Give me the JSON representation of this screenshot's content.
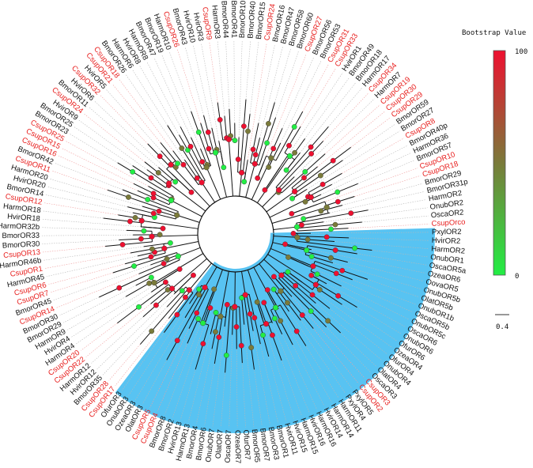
{
  "colors": {
    "highlight_fill": "#58c3f2",
    "csup_label": "#e8201f",
    "other_label": "#111111",
    "csup_guide": "#f0a0a0",
    "other_guide": "#b8b8b8",
    "bootstrap_high": "#ee1030",
    "bootstrap_mid": "#7a7a3a",
    "bootstrap_low": "#22ee44"
  },
  "legend": {
    "title": "Bootstrap Value",
    "max_label": "100",
    "min_label": "0",
    "scale_label": "0.4"
  },
  "tree": {
    "highlighted_clade_label": "",
    "leaves": [
      {
        "label": "PxylOR2",
        "species": "other"
      },
      {
        "label": "HvirOR2",
        "species": "other"
      },
      {
        "label": "HarmOR2",
        "species": "other"
      },
      {
        "label": "OnubOR1",
        "species": "other"
      },
      {
        "label": "OscaOR5a",
        "species": "other"
      },
      {
        "label": "OzeaOR6",
        "species": "other"
      },
      {
        "label": "OovaOR5",
        "species": "other"
      },
      {
        "label": "OnubOR5b",
        "species": "other"
      },
      {
        "label": "OlatOR5b",
        "species": "other"
      },
      {
        "label": "OnubOR1b",
        "species": "other"
      },
      {
        "label": "OscaOR5b",
        "species": "other"
      },
      {
        "label": "OnubOR5c",
        "species": "other"
      },
      {
        "label": "OscaOR6",
        "species": "other"
      },
      {
        "label": "OnubOR6",
        "species": "other"
      },
      {
        "label": "OfurOR6",
        "species": "other"
      },
      {
        "label": "OzeaOR4",
        "species": "other"
      },
      {
        "label": "OfurOR4",
        "species": "other"
      },
      {
        "label": "OnubOR4",
        "species": "other"
      },
      {
        "label": "OlatOR4",
        "species": "other"
      },
      {
        "label": "OscaOR3",
        "species": "other"
      },
      {
        "label": "CsupOR3",
        "species": "csup"
      },
      {
        "label": "CsupOR2",
        "species": "csup"
      },
      {
        "label": "PxylOR5",
        "species": "other"
      },
      {
        "label": "PxylOR4",
        "species": "other"
      },
      {
        "label": "HarmOR11",
        "species": "other"
      },
      {
        "label": "HarmOR14",
        "species": "other"
      },
      {
        "label": "HvirOR14",
        "species": "other"
      },
      {
        "label": "HarmOR16",
        "species": "other"
      },
      {
        "label": "HvirOR16",
        "species": "other"
      },
      {
        "label": "HarmOR15",
        "species": "other"
      },
      {
        "label": "HvirOR15",
        "species": "other"
      },
      {
        "label": "HvirOR11",
        "species": "other"
      },
      {
        "label": "BmorOR1",
        "species": "other"
      },
      {
        "label": "BmorOR3",
        "species": "other"
      },
      {
        "label": "BmorOR7",
        "species": "other"
      },
      {
        "label": "BmorOR5",
        "species": "other"
      },
      {
        "label": "OfurOR7",
        "species": "other"
      },
      {
        "label": "OzeaOR7",
        "species": "other"
      },
      {
        "label": "OscaOR7",
        "species": "other"
      },
      {
        "label": "OlatOR7",
        "species": "other"
      },
      {
        "label": "OnubOR7",
        "species": "other"
      },
      {
        "label": "BmorOR6",
        "species": "other"
      },
      {
        "label": "BmorOR4",
        "species": "other"
      },
      {
        "label": "HarmOR13",
        "species": "other"
      },
      {
        "label": "HvirOR13",
        "species": "other"
      },
      {
        "label": "BmorOR2",
        "species": "other"
      },
      {
        "label": "BmorOR8",
        "species": "other"
      },
      {
        "label": "CsupOR4",
        "species": "csup"
      },
      {
        "label": "CsupOR5",
        "species": "csup"
      },
      {
        "label": "OlatOR3",
        "species": "other"
      },
      {
        "label": "OzeaOR3",
        "species": "other"
      },
      {
        "label": "OnubOR3",
        "species": "other"
      },
      {
        "label": "OfurOR3",
        "species": "other"
      },
      {
        "label": "CsupOR17",
        "species": "csup"
      },
      {
        "label": "CsupOR28",
        "species": "csup"
      },
      {
        "label": "BmorOR35",
        "species": "other"
      },
      {
        "label": "HvirOR12",
        "species": "other"
      },
      {
        "label": "HarmOR12",
        "species": "other"
      },
      {
        "label": "CsupOR22",
        "species": "csup"
      },
      {
        "label": "CsupOR20",
        "species": "csup"
      },
      {
        "label": "HarmOR4",
        "species": "other"
      },
      {
        "label": "HvirOR4",
        "species": "other"
      },
      {
        "label": "HarmOR9",
        "species": "other"
      },
      {
        "label": "BmorOR29",
        "species": "other"
      },
      {
        "label": "BmorOR30",
        "species": "other"
      },
      {
        "label": "CsupOR14",
        "species": "csup"
      },
      {
        "label": "BmorOR45",
        "species": "other"
      },
      {
        "label": "CsupOR7",
        "species": "csup"
      },
      {
        "label": "CsupOR6",
        "species": "csup"
      },
      {
        "label": "HarmOR45",
        "species": "other"
      },
      {
        "label": "CsupOR1",
        "species": "csup"
      },
      {
        "label": "HarmOR46b",
        "species": "other"
      },
      {
        "label": "CsupOR13",
        "species": "csup"
      },
      {
        "label": "BmorOR30",
        "species": "other"
      },
      {
        "label": "BmorOR33",
        "species": "other"
      },
      {
        "label": "HarmOR32b",
        "species": "other"
      },
      {
        "label": "HvirOR18",
        "species": "other"
      },
      {
        "label": "HarmOR18",
        "species": "other"
      },
      {
        "label": "CsupOR12",
        "species": "csup"
      },
      {
        "label": "BmorOR14",
        "species": "other"
      },
      {
        "label": "HvirOR20",
        "species": "other"
      },
      {
        "label": "HarmOR20",
        "species": "other"
      },
      {
        "label": "CsupOR11",
        "species": "csup"
      },
      {
        "label": "BmorOR42",
        "species": "other"
      },
      {
        "label": "CsupOR16",
        "species": "csup"
      },
      {
        "label": "CsupOR15",
        "species": "csup"
      },
      {
        "label": "CsupOR25",
        "species": "csup"
      },
      {
        "label": "BmorOR23",
        "species": "other"
      },
      {
        "label": "BmorOR25",
        "species": "other"
      },
      {
        "label": "HvirOR9",
        "species": "other"
      },
      {
        "label": "CsupOR24",
        "species": "csup"
      },
      {
        "label": "BmorOR11",
        "species": "other"
      },
      {
        "label": "HvirOR6",
        "species": "other"
      },
      {
        "label": "CsupOR32",
        "species": "csup"
      },
      {
        "label": "HvirOR5",
        "species": "other"
      },
      {
        "label": "CsupOR21",
        "species": "csup"
      },
      {
        "label": "CsupOR18",
        "species": "csup"
      },
      {
        "label": "BmorOR26",
        "species": "other"
      },
      {
        "label": "HarmOR6",
        "species": "other"
      },
      {
        "label": "HvirOR8",
        "species": "other"
      },
      {
        "label": "HarmOR8",
        "species": "other"
      },
      {
        "label": "BmorOR47",
        "species": "other"
      },
      {
        "label": "BmorOR19",
        "species": "other"
      },
      {
        "label": "HarmOR10",
        "species": "other"
      },
      {
        "label": "CsupOR26",
        "species": "csup"
      },
      {
        "label": "BmorOR43",
        "species": "other"
      },
      {
        "label": "HvirOR10",
        "species": "other"
      },
      {
        "label": "HvirOR3",
        "species": "other"
      },
      {
        "label": "CsupOR9",
        "species": "csup"
      },
      {
        "label": "HarmOR3",
        "species": "other"
      },
      {
        "label": "BmorOR44",
        "species": "other"
      },
      {
        "label": "BmorOR41",
        "species": "other"
      },
      {
        "label": "BmorOR10",
        "species": "other"
      },
      {
        "label": "BmorOR40",
        "species": "other"
      },
      {
        "label": "BmorOR15",
        "species": "other"
      },
      {
        "label": "CsupOR24",
        "species": "csup"
      },
      {
        "label": "BmorOR16",
        "species": "other"
      },
      {
        "label": "BmorOR47",
        "species": "other"
      },
      {
        "label": "BmorOR58",
        "species": "other"
      },
      {
        "label": "BmorOR60",
        "species": "other"
      },
      {
        "label": "CsupOR27",
        "species": "csup"
      },
      {
        "label": "BmorOR56",
        "species": "other"
      },
      {
        "label": "BmorOR53",
        "species": "other"
      },
      {
        "label": "CsupOR31",
        "species": "csup"
      },
      {
        "label": "CsupOR33",
        "species": "csup"
      },
      {
        "label": "HvirOR1",
        "species": "other"
      },
      {
        "label": "BmorOR49",
        "species": "other"
      },
      {
        "label": "BmorOR18",
        "species": "other"
      },
      {
        "label": "HarmOR17",
        "species": "other"
      },
      {
        "label": "CsupOR34",
        "species": "csup"
      },
      {
        "label": "HarmOR7",
        "species": "other"
      },
      {
        "label": "CsupOR19",
        "species": "csup"
      },
      {
        "label": "CsupOR30",
        "species": "csup"
      },
      {
        "label": "CsupOR29",
        "species": "csup"
      },
      {
        "label": "BmorOR59",
        "species": "other"
      },
      {
        "label": "BmorOR27",
        "species": "other"
      },
      {
        "label": "CsupOR8",
        "species": "csup"
      },
      {
        "label": "BmorOR40p",
        "species": "other"
      },
      {
        "label": "HarmOR36",
        "species": "other"
      },
      {
        "label": "BmorOR57",
        "species": "other"
      },
      {
        "label": "CsupOR10",
        "species": "csup"
      },
      {
        "label": "CsupOR18",
        "species": "csup"
      },
      {
        "label": "BmorOR29",
        "species": "other"
      },
      {
        "label": "BmorOR31p",
        "species": "other"
      },
      {
        "label": "HarmOR2",
        "species": "other"
      },
      {
        "label": "OnubOR2",
        "species": "other"
      },
      {
        "label": "OscaOR2",
        "species": "other"
      },
      {
        "label": "CsupOrco",
        "species": "csup"
      }
    ]
  }
}
